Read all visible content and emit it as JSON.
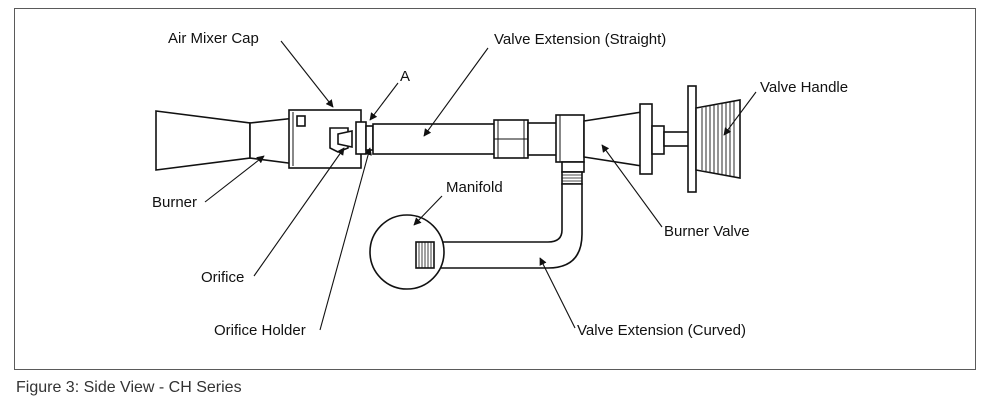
{
  "figure": {
    "caption": "Figure 3: Side View - CH Series",
    "labels": {
      "air_mixer_cap": "Air Mixer Cap",
      "a": "A",
      "valve_extension_straight": "Valve Extension (Straight)",
      "valve_handle": "Valve Handle",
      "burner": "Burner",
      "manifold": "Manifold",
      "burner_valve": "Burner Valve",
      "orifice": "Orifice",
      "orifice_holder": "Orifice Holder",
      "valve_extension_curved": "Valve Extension (Curved)"
    },
    "colors": {
      "line": "#111111",
      "frame": "#5a5a5a",
      "caption": "#333333"
    }
  }
}
